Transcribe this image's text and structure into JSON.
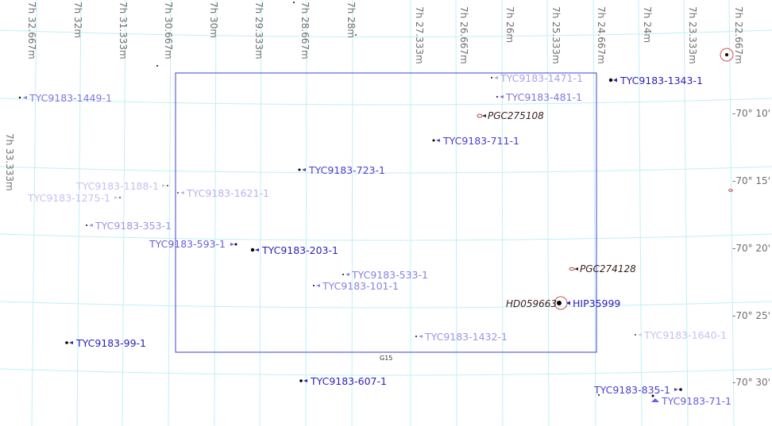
{
  "colors": {
    "background": "#ffffff",
    "grid": "#bff0f5",
    "fov_frame": "#3f3fd8",
    "star_label": "#2a1fb8",
    "star_label_faint": "#9d95e6",
    "galaxy_marker": "#b04a4a"
  },
  "ra_labels": [
    "7h 32.667m",
    "7h 32m",
    "7h 31.333m",
    "7h 30.667m",
    "7h 30m",
    "7h 29.333m",
    "7h 28.667m",
    "7h 28m",
    "7h 27.333m",
    "7h 26.667m",
    "7h 26m",
    "7h 25.333m",
    "7h 24.667m",
    "7h 24m",
    "7h 23.333m",
    "7h 22.667m",
    "7h 33.333m"
  ],
  "dec_labels": [
    "-70° 10'",
    "-70° 15'",
    "-70° 20'",
    "-70° 25'",
    "-70° 30'"
  ],
  "fov": {
    "label": "G15"
  },
  "stars": [
    {
      "name": "TYC9183-1343-1",
      "mag": "bright"
    },
    {
      "name": "TYC9183-1449-1",
      "mag": "faint"
    },
    {
      "name": "TYC9183-1471-1",
      "mag": "faint"
    },
    {
      "name": "TYC9183-481-1",
      "mag": "faint"
    },
    {
      "name": "TYC9183-711-1",
      "mag": "medium"
    },
    {
      "name": "TYC9183-723-1",
      "mag": "medium"
    },
    {
      "name": "TYC9183-1188-1",
      "mag": "veryfaint"
    },
    {
      "name": "TYC9183-1275-1",
      "mag": "veryfaint"
    },
    {
      "name": "TYC9183-1621-1",
      "mag": "veryfaint"
    },
    {
      "name": "TYC9183-353-1",
      "mag": "faint"
    },
    {
      "name": "TYC9183-593-1",
      "mag": "medium"
    },
    {
      "name": "TYC9183-203-1",
      "mag": "bright"
    },
    {
      "name": "TYC9183-533-1",
      "mag": "faint"
    },
    {
      "name": "TYC9183-101-1",
      "mag": "faint"
    },
    {
      "name": "HIP35999",
      "mag": "bright"
    },
    {
      "name": "TYC9183-1432-1",
      "mag": "faint"
    },
    {
      "name": "TYC9183-1640-1",
      "mag": "veryfaint"
    },
    {
      "name": "TYC9183-99-1",
      "mag": "bright"
    },
    {
      "name": "TYC9183-607-1",
      "mag": "bright"
    },
    {
      "name": "TYC9183-835-1",
      "mag": "medium"
    },
    {
      "name": "TYC9183-71-1",
      "mag": "medium"
    }
  ],
  "galaxies": [
    {
      "name": "PGC275108"
    },
    {
      "name": "PGC274128"
    }
  ],
  "other_labels": {
    "hd_star": "HD059663"
  }
}
